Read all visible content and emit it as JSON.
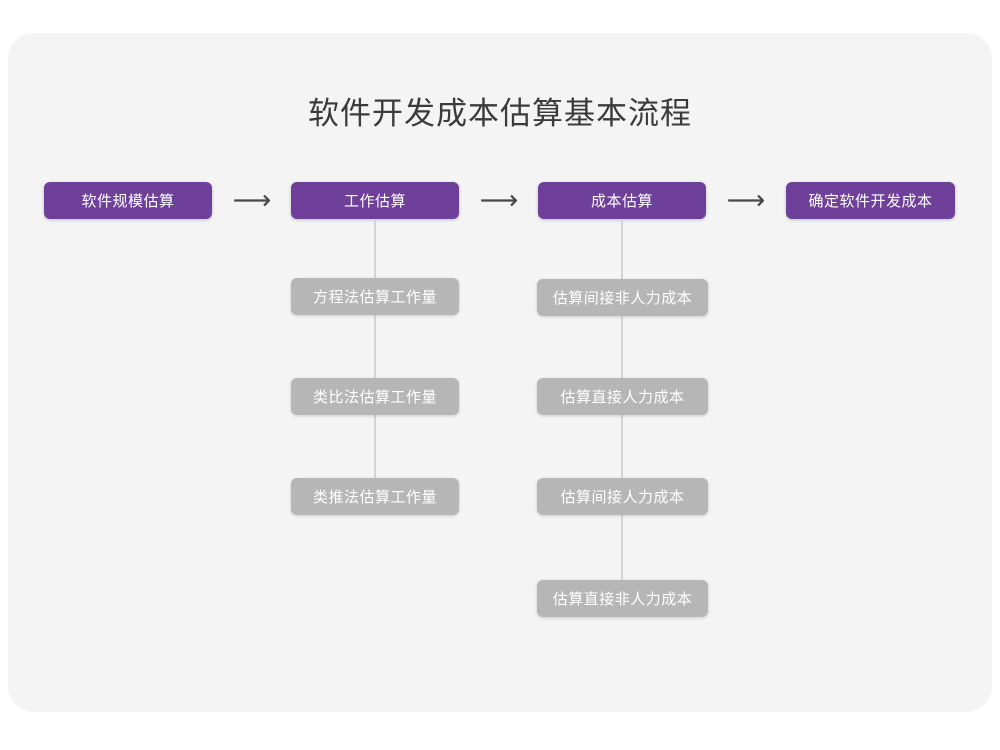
{
  "title": "软件开发成本估算基本流程",
  "colors": {
    "page_background": "#ffffff",
    "card_background": "#f4f4f4",
    "stage_purple": "#6f4099",
    "substep_gray": "#b6b6b6",
    "connector_gray": "#d4d4d4",
    "title_text": "#3b3b3b",
    "box_text": "#ffffff",
    "arrow": "#4a4a4a"
  },
  "arrow_glyph": "⟶",
  "stages": [
    {
      "label": "软件规模估算"
    },
    {
      "label": "工作估算"
    },
    {
      "label": "成本估算"
    },
    {
      "label": "确定软件开发成本"
    }
  ],
  "arrows": [
    {
      "label": "⟶"
    },
    {
      "label": "⟶"
    },
    {
      "label": "⟶"
    }
  ],
  "branches": [
    {
      "parent": "工作估算",
      "substeps": [
        {
          "label": "方程法估算工作量"
        },
        {
          "label": "类比法估算工作量"
        },
        {
          "label": "类推法估算工作量"
        }
      ]
    },
    {
      "parent": "成本估算",
      "substeps": [
        {
          "label": "估算间接非人力成本"
        },
        {
          "label": "估算直接人力成本"
        },
        {
          "label": "估算间接人力成本"
        },
        {
          "label": "估算直接非人力成本"
        }
      ]
    }
  ]
}
